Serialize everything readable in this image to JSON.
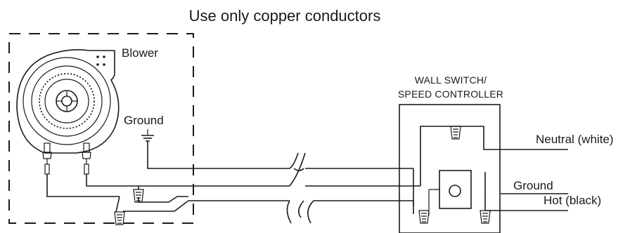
{
  "title": "Use only copper conductors",
  "labels": {
    "blower": "Blower",
    "ground_left": "Ground",
    "switch_line1": "WALL SWITCH/",
    "switch_line2": "SPEED CONTROLLER",
    "neutral": "Neutral (white)",
    "ground_right": "Ground",
    "hot": "Hot (black)"
  },
  "colors": {
    "line": "#1a1a1a",
    "background": "#ffffff"
  },
  "icons": [
    "blower-icon",
    "ground-symbol-icon",
    "wire-nut-icon",
    "wire-break-icon",
    "knob-icon"
  ]
}
